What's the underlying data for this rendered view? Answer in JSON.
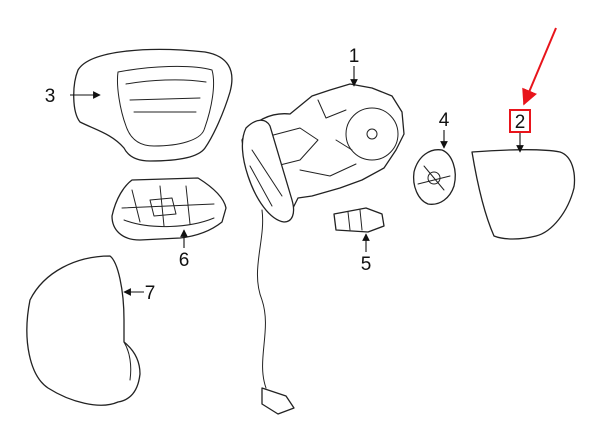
{
  "colors": {
    "line": "#222222",
    "highlight": "#e8141b",
    "background": "#ffffff"
  },
  "callouts": [
    {
      "id": "1",
      "label": "1"
    },
    {
      "id": "2",
      "label": "2",
      "highlighted": true
    },
    {
      "id": "3",
      "label": "3"
    },
    {
      "id": "4",
      "label": "4"
    },
    {
      "id": "5",
      "label": "5"
    },
    {
      "id": "6",
      "label": "6"
    },
    {
      "id": "7",
      "label": "7"
    }
  ]
}
